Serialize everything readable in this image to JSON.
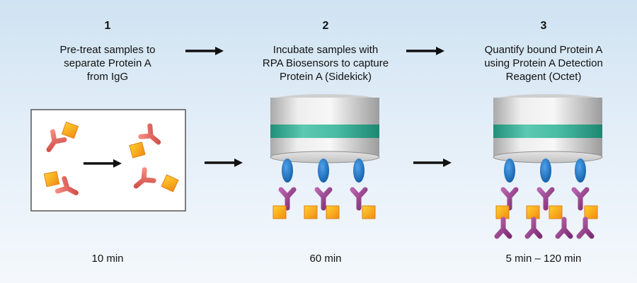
{
  "steps": [
    {
      "number": "1",
      "description_lines": [
        "Pre-treat samples to",
        "separate Protein A",
        "from IgG"
      ],
      "time": "10 min"
    },
    {
      "number": "2",
      "description_lines": [
        "Incubate samples with",
        "RPA Biosensors to capture",
        "Protein A (Sidekick)"
      ],
      "time": "60 min"
    },
    {
      "number": "3",
      "description_lines": [
        "Quantify bound Protein A",
        "using Protein A Detection",
        "Reagent (Octet)"
      ],
      "time": "5 min – 120 min"
    }
  ],
  "colors": {
    "background_top": "#cfe3f2",
    "igg": "#e0645c",
    "protein_a_fill": "#f7a51e",
    "protein_a_stroke": "#e0861a",
    "biosensor_body": "#d6d6d6",
    "biosensor_band": "#37b39a",
    "capture_ligand": "#1e6fc1",
    "detection_antibody": "#9b3d8f",
    "arrow": "#111111"
  }
}
